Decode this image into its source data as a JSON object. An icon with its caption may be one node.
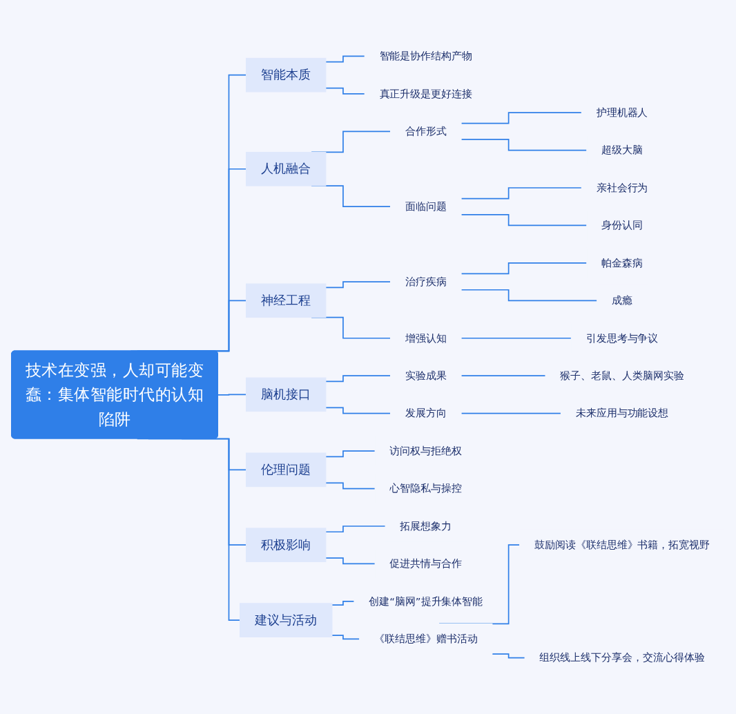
{
  "diagram": {
    "nodes": [
      {
        "text": [
          "技术在变强，人却可能变蠢：集体智能时代的认知陷阱"
        ]
      },
      {
        "text": [
          "智能本质"
        ]
      },
      {
        "text": [
          "智能是协作结构产物"
        ]
      },
      {
        "text": [
          "真正升级是更好连接"
        ]
      },
      {
        "text": [
          "人机融合"
        ]
      },
      {
        "text": [
          "合作形式"
        ]
      },
      {
        "text": [
          "护理机器人"
        ]
      },
      {
        "text": [
          "超级大脑"
        ]
      },
      {
        "text": [
          "面临问题"
        ]
      },
      {
        "text": [
          "亲社会行为"
        ]
      },
      {
        "text": [
          "身份认同"
        ]
      },
      {
        "text": [
          "神经工程"
        ]
      },
      {
        "text": [
          "治疗疾病"
        ]
      },
      {
        "text": [
          "帕金森病"
        ]
      },
      {
        "text": [
          "成瘾"
        ]
      },
      {
        "text": [
          "增强认知"
        ]
      },
      {
        "text": [
          "引发思考与争议"
        ]
      },
      {
        "text": [
          "脑机接口"
        ]
      },
      {
        "text": [
          "实验成果"
        ]
      },
      {
        "text": [
          "猴子、老鼠、人类脑网实验"
        ]
      },
      {
        "text": [
          "发展方向"
        ]
      },
      {
        "text": [
          "未来应用与功能设想"
        ]
      },
      {
        "text": [
          "伦理问题"
        ]
      },
      {
        "text": [
          "访问权与拒绝权"
        ]
      },
      {
        "text": [
          "心智隐私与操控"
        ]
      },
      {
        "text": [
          "积极影响"
        ]
      },
      {
        "text": [
          "拓展想象力"
        ]
      },
      {
        "text": [
          "促进共情与合作"
        ]
      },
      {
        "text": [
          "建议与活动"
        ]
      },
      {
        "text": [
          "创建“脑网”提升集体智能"
        ]
      },
      {
        "text": [
          "《联结思维》赠书活动"
        ]
      },
      {
        "text": [
          "鼓励阅读《联结思维》书籍，拓宽视野"
        ]
      },
      {
        "text": [
          "组织线上线下分享会，交流心得体验"
        ]
      }
    ],
    "edges": [
      {
        "from": 0,
        "to": 1,
        "arrow": "none"
      },
      {
        "from": 1,
        "to": 2,
        "arrow": "none"
      },
      {
        "from": 1,
        "to": 3,
        "arrow": "none"
      },
      {
        "from": 0,
        "to": 4,
        "arrow": "none"
      },
      {
        "from": 4,
        "to": 5,
        "arrow": "none"
      },
      {
        "from": 5,
        "to": 6,
        "arrow": "none"
      },
      {
        "from": 5,
        "to": 7,
        "arrow": "none"
      },
      {
        "from": 4,
        "to": 8,
        "arrow": "none"
      },
      {
        "from": 8,
        "to": 9,
        "arrow": "none"
      },
      {
        "from": 8,
        "to": 10,
        "arrow": "none"
      },
      {
        "from": 0,
        "to": 11,
        "arrow": "none"
      },
      {
        "from": 11,
        "to": 12,
        "arrow": "none"
      },
      {
        "from": 12,
        "to": 13,
        "arrow": "none"
      },
      {
        "from": 12,
        "to": 14,
        "arrow": "none"
      },
      {
        "from": 11,
        "to": 15,
        "arrow": "none"
      },
      {
        "from": 15,
        "to": 16,
        "arrow": "none"
      },
      {
        "from": 0,
        "to": 17,
        "arrow": "none"
      },
      {
        "from": 17,
        "to": 18,
        "arrow": "none"
      },
      {
        "from": 18,
        "to": 19,
        "arrow": "none"
      },
      {
        "from": 17,
        "to": 20,
        "arrow": "none"
      },
      {
        "from": 20,
        "to": 21,
        "arrow": "none"
      },
      {
        "from": 0,
        "to": 22,
        "arrow": "none"
      },
      {
        "from": 22,
        "to": 23,
        "arrow": "none"
      },
      {
        "from": 22,
        "to": 24,
        "arrow": "none"
      },
      {
        "from": 0,
        "to": 25,
        "arrow": "none"
      },
      {
        "from": 25,
        "to": 26,
        "arrow": "none"
      },
      {
        "from": 25,
        "to": 27,
        "arrow": "none"
      },
      {
        "from": 0,
        "to": 28,
        "arrow": "none"
      },
      {
        "from": 28,
        "to": 29,
        "arrow": "none"
      },
      {
        "from": 28,
        "to": 30,
        "arrow": "none"
      },
      {
        "from": 30,
        "to": 31,
        "arrow": "none"
      },
      {
        "from": 30,
        "to": 32,
        "arrow": "none"
      }
    ]
  }
}
